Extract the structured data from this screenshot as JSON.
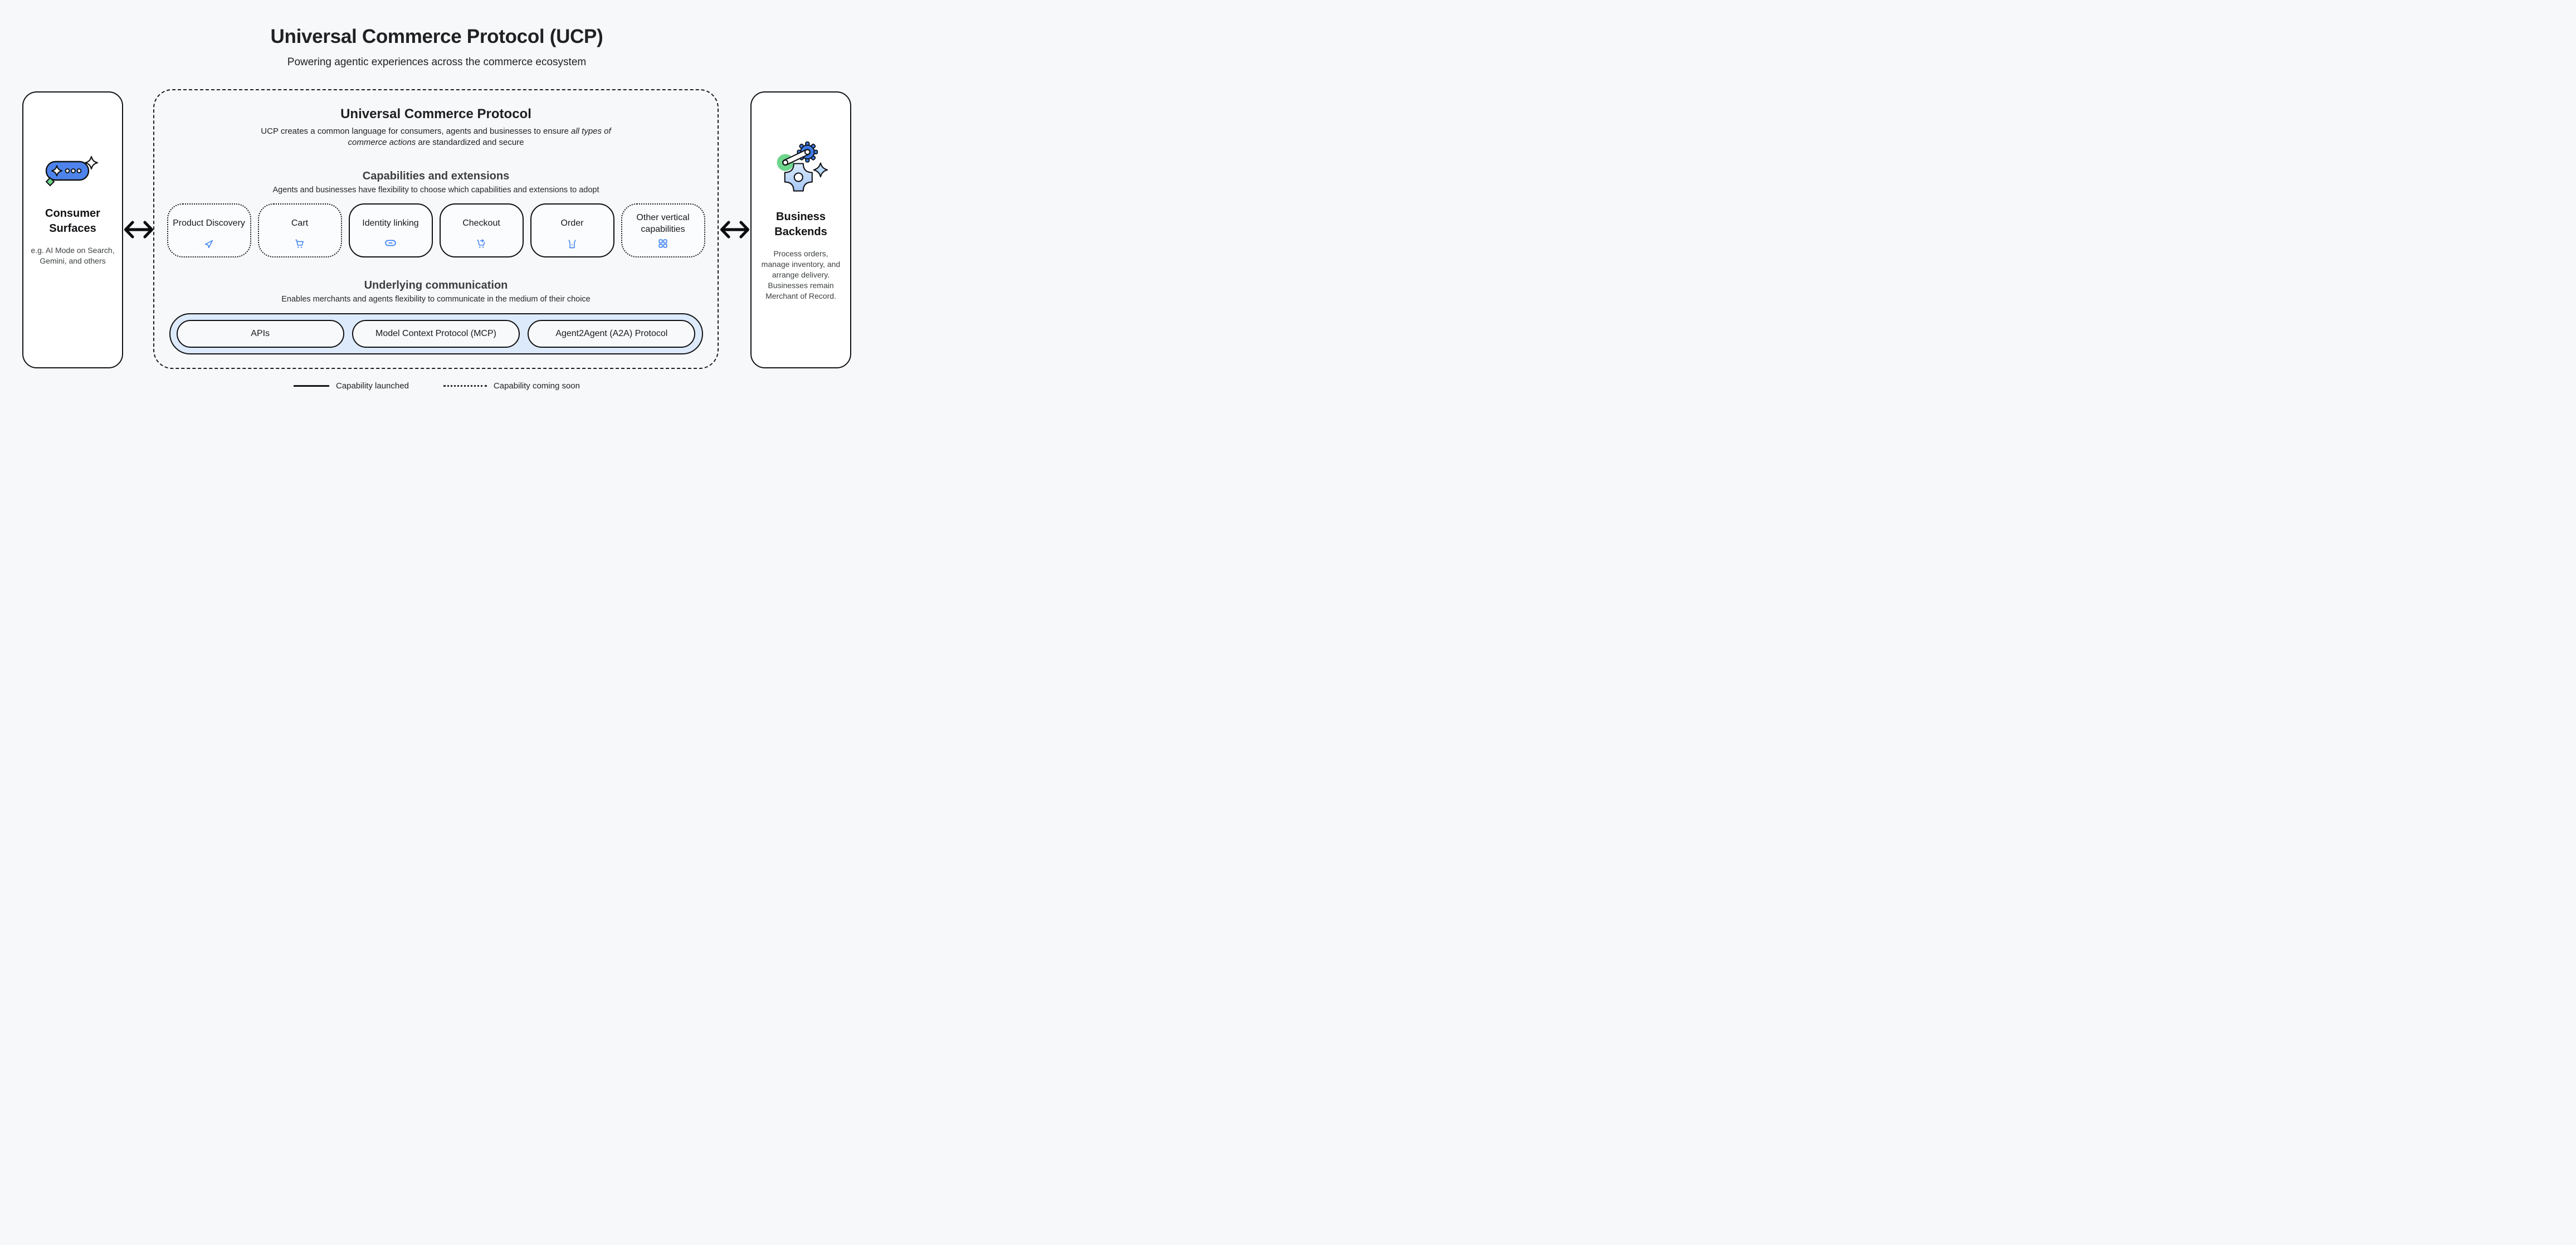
{
  "page": {
    "title": "Universal Commerce Protocol (UCP)",
    "subtitle": "Powering agentic experiences across the commerce ecosystem"
  },
  "consumer": {
    "title": "Consumer Surfaces",
    "description": "e.g. AI Mode on Search, Gemini, and others",
    "icon": "chat-sparkle-icon"
  },
  "business": {
    "title": "Business Backends",
    "description": "Process orders, manage inventory, and arrange delivery. Businesses remain Merchant of Record.",
    "icon": "gears-sparkle-icon"
  },
  "ucp": {
    "title": "Universal Commerce Protocol",
    "description_prefix": "UCP creates a common language for consumers, agents and businesses to ensure ",
    "description_italic": "all types of commerce actions",
    "description_suffix": " are standardized and secure",
    "capabilities": {
      "title": "Capabilities and extensions",
      "subtitle": "Agents and businesses have flexibility to choose which capabilities and extensions to adopt",
      "cards": [
        {
          "label": "Product Discovery",
          "icon": "send-icon",
          "status": "coming-soon"
        },
        {
          "label": "Cart",
          "icon": "cart-icon",
          "status": "coming-soon"
        },
        {
          "label": "Identity linking",
          "icon": "link-icon",
          "status": "launched"
        },
        {
          "label": "Checkout",
          "icon": "cart-checkout-icon",
          "status": "launched"
        },
        {
          "label": "Order",
          "icon": "order-icon",
          "status": "launched"
        },
        {
          "label": "Other vertical capabilities",
          "icon": "grid-icon",
          "status": "coming-soon"
        }
      ]
    },
    "communication": {
      "title": "Underlying communication",
      "subtitle": "Enables merchants and agents flexibility to communicate in the medium of their choice",
      "pills": [
        "APIs",
        "Model Context Protocol (MCP)",
        "Agent2Agent (A2A) Protocol"
      ]
    }
  },
  "legend": {
    "launched": "Capability launched",
    "coming_soon": "Capability coming soon"
  },
  "colors": {
    "background": "#F7F8FA",
    "accent_blue": "#4285F4",
    "band_blue": "#DCEAFB",
    "consumer_pill_blue": "#4D83EB",
    "gear_blue": "#3D7BE8",
    "light_blue_sparkle": "#BBDCF8",
    "green": "#6ED58C",
    "ink": "#1F1F1F",
    "section_gray": "#3C4043"
  }
}
